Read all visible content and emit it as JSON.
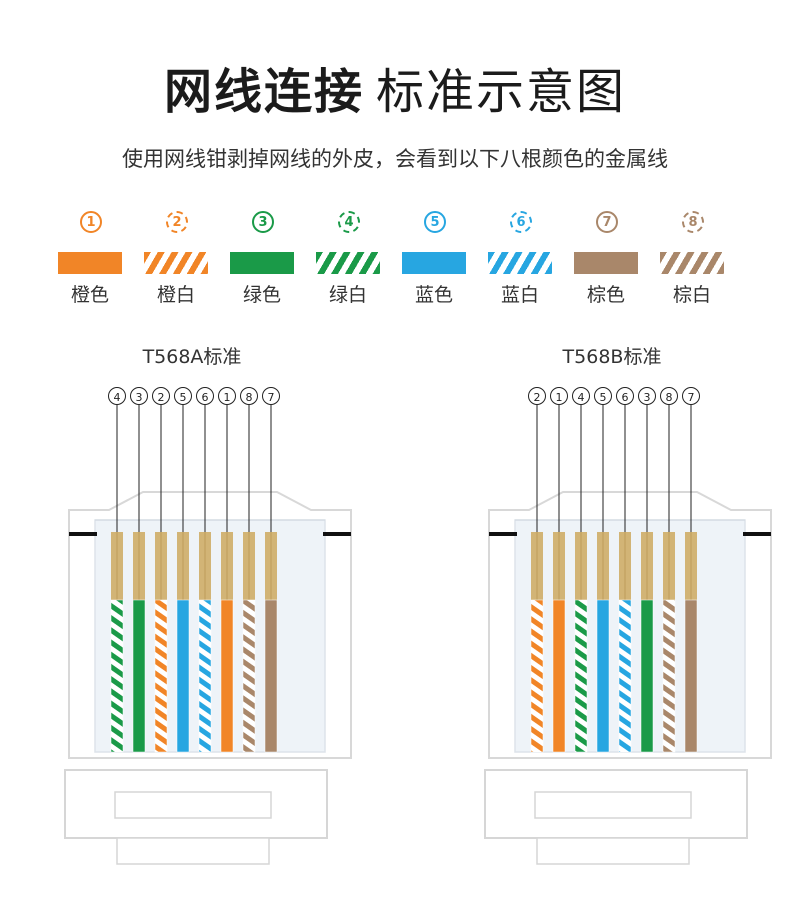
{
  "title": {
    "part1": "网线连接",
    "part2": "标准示意图"
  },
  "subtitle": "使用网线钳剥掉网线的外皮，会看到以下八根颜色的金属线",
  "legend": [
    {
      "num": "①",
      "label": "橙色",
      "color": "#f18527",
      "striped": false
    },
    {
      "num": "②",
      "label": "橙白",
      "color": "#f18527",
      "striped": true
    },
    {
      "num": "③",
      "label": "绿色",
      "color": "#1a9a48",
      "striped": false
    },
    {
      "num": "④",
      "label": "绿白",
      "color": "#1a9a48",
      "striped": true
    },
    {
      "num": "⑤",
      "label": "蓝色",
      "color": "#27a6e1",
      "striped": false
    },
    {
      "num": "⑥",
      "label": "蓝白",
      "color": "#27a6e1",
      "striped": true
    },
    {
      "num": "⑦",
      "label": "棕色",
      "color": "#a9876a",
      "striped": false
    },
    {
      "num": "⑧",
      "label": "棕白",
      "color": "#a9876a",
      "striped": true
    }
  ],
  "standards": [
    {
      "name": "T568A标准",
      "order": [
        "④",
        "③",
        "②",
        "⑤",
        "⑥",
        "①",
        "⑧",
        "⑦"
      ]
    },
    {
      "name": "T568B标准",
      "order": [
        "②",
        "①",
        "④",
        "⑤",
        "⑥",
        "③",
        "⑧",
        "⑦"
      ]
    }
  ]
}
